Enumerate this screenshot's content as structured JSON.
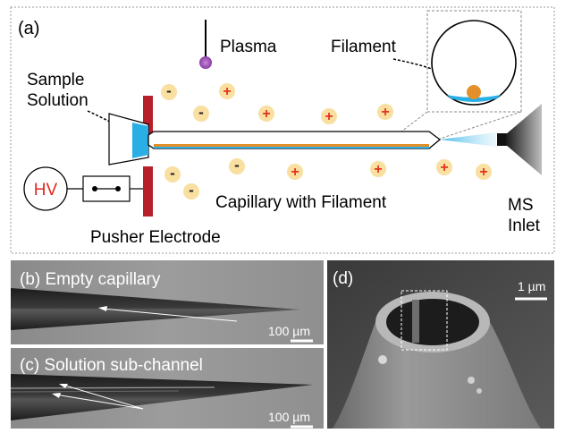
{
  "panel_a": {
    "label": "(a)",
    "plasma": "Plasma",
    "filament": "Filament",
    "sample_line1": "Sample",
    "sample_line2": "Solution",
    "hv": "HV",
    "capillary_with_filament": "Capillary with Filament",
    "pusher_electrode": "Pusher Electrode",
    "ms_line1": "MS",
    "ms_line2": "Inlet",
    "minus_sign": "-",
    "plus_sign": "+"
  },
  "panel_b": {
    "label": "(b) Empty capillary",
    "scale_bar": "100 µm"
  },
  "panel_c": {
    "label": "(c) Solution sub-channel",
    "scale_bar": "100 µm"
  },
  "panel_d": {
    "label": "(d)",
    "scale_bar": "1 µm"
  },
  "colors": {
    "electrode_red": "#b5202a",
    "ion_fill": "#f9dfa0",
    "plus_color": "#e3351e",
    "minus_color": "#222222",
    "plasma_purple": "#9b4bb8",
    "sample_blue": "#29aee6",
    "filament_orange": "#e38f2a",
    "hv_red": "#e0281f"
  }
}
